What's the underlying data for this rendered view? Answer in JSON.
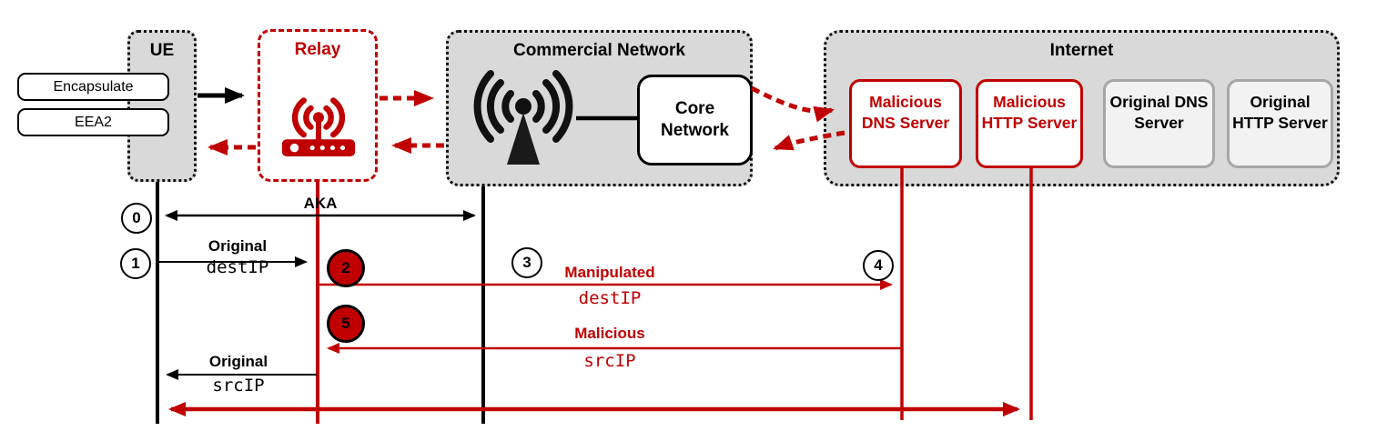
{
  "palette": {
    "red": "#C00000",
    "panel_gray": "#D9D9D9",
    "server_light_gray": "#F2F2F2",
    "server_border_gray": "#A6A6A6",
    "black": "#000000"
  },
  "nodes": {
    "ue": {
      "title": "UE",
      "tags": [
        {
          "label": "Encapsulate"
        },
        {
          "label": "EEA2"
        }
      ]
    },
    "relay": {
      "title": "Relay",
      "icon": "wifi-router-icon"
    },
    "commercial": {
      "title": "Commercial Network",
      "icon": "cell-tower-icon",
      "core": {
        "title": "Core Network"
      }
    },
    "internet": {
      "title": "Internet",
      "servers": [
        {
          "name": "Malicious DNS Server",
          "status": "malicious"
        },
        {
          "name": "Malicious HTTP Server",
          "status": "malicious"
        },
        {
          "name": "Original DNS Server",
          "status": "original"
        },
        {
          "name": "Original HTTP Server",
          "status": "original"
        }
      ]
    }
  },
  "sequence": {
    "steps": [
      {
        "id": "0",
        "style": "open"
      },
      {
        "id": "1",
        "style": "open"
      },
      {
        "id": "2",
        "style": "filled"
      },
      {
        "id": "3",
        "style": "open"
      },
      {
        "id": "4",
        "style": "open"
      },
      {
        "id": "5",
        "style": "filled"
      }
    ],
    "messages": [
      {
        "title": "AKA"
      },
      {
        "title": "Original",
        "code": "destIP"
      },
      {
        "title": "Manipulated",
        "code": "destIP"
      },
      {
        "title": "Malicious",
        "code": "srcIP"
      },
      {
        "title": "Original",
        "code": "srcIP"
      }
    ]
  }
}
